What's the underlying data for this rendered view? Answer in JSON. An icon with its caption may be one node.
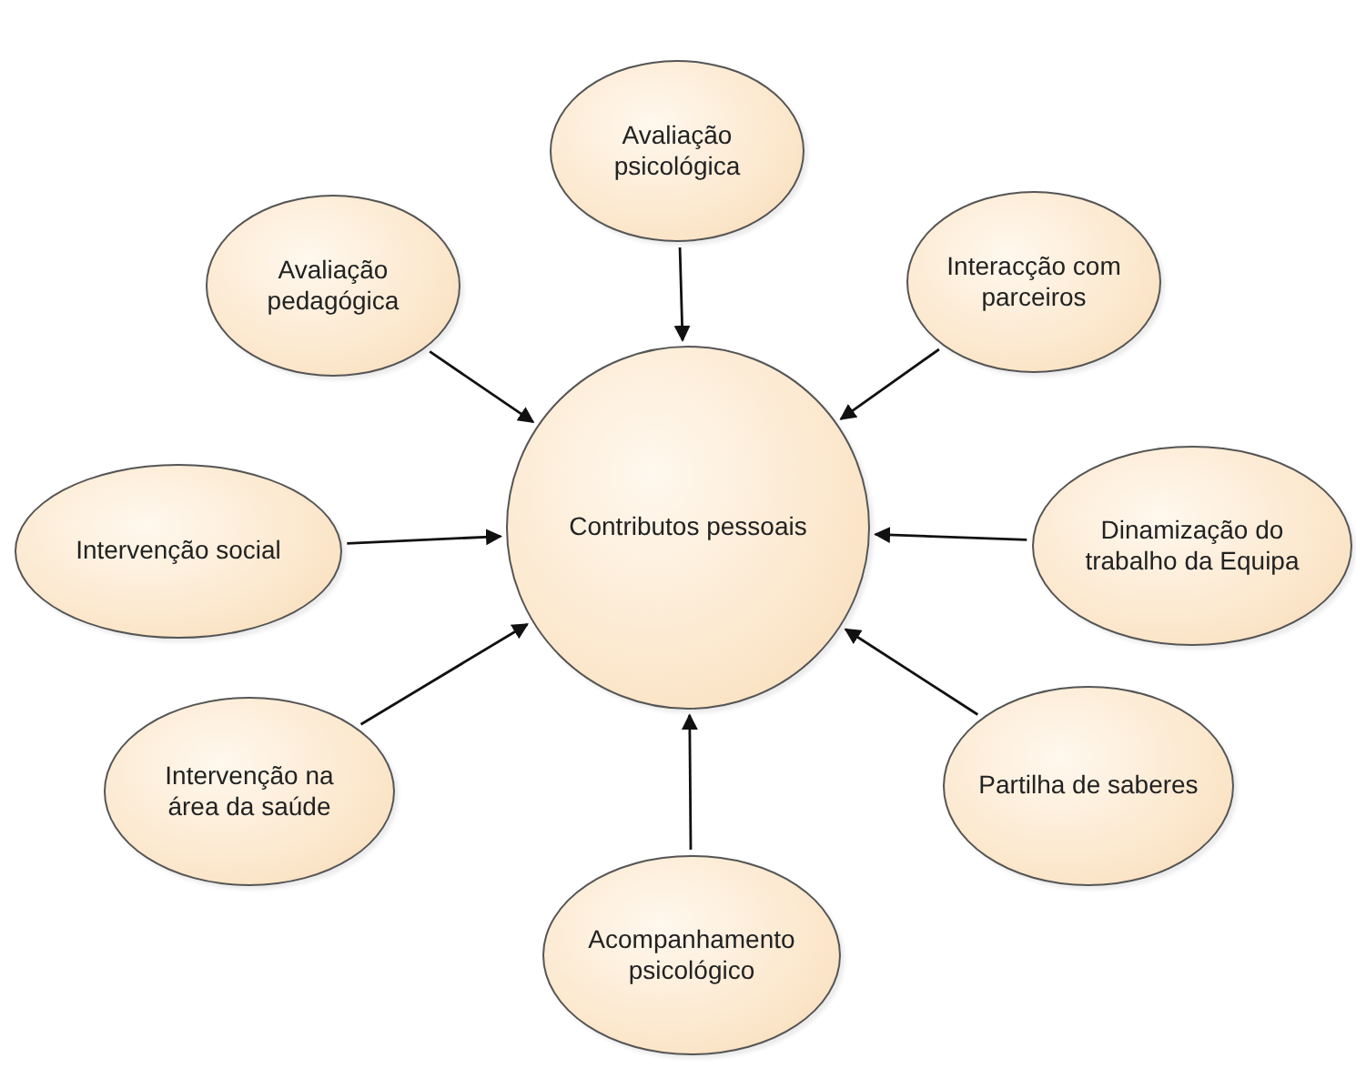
{
  "diagram": {
    "nodes": [
      {
        "text": [
          "Avaliação psicológica"
        ]
      },
      {
        "text": [
          "Avaliação pedagógica"
        ]
      },
      {
        "text": [
          "Interacção com parceiros"
        ]
      },
      {
        "text": [
          "Intervenção social"
        ]
      },
      {
        "text": [
          "Contributos pessoais"
        ]
      },
      {
        "text": [
          "Dinamização do trabalho da Equipa"
        ]
      },
      {
        "text": [
          "Intervenção na área da saúde"
        ]
      },
      {
        "text": [
          "Partilha de saberes"
        ]
      },
      {
        "text": [
          "Acompanhamento psicológico"
        ]
      }
    ],
    "edges": [
      {
        "from": 0,
        "to": 4,
        "arrow": "to"
      },
      {
        "from": 1,
        "to": 4,
        "arrow": "to"
      },
      {
        "from": 2,
        "to": 4,
        "arrow": "to"
      },
      {
        "from": 3,
        "to": 4,
        "arrow": "to"
      },
      {
        "from": 5,
        "to": 4,
        "arrow": "to"
      },
      {
        "from": 6,
        "to": 4,
        "arrow": "to"
      },
      {
        "from": 7,
        "to": 4,
        "arrow": "to"
      },
      {
        "from": 8,
        "to": 4,
        "arrow": "to"
      }
    ]
  }
}
